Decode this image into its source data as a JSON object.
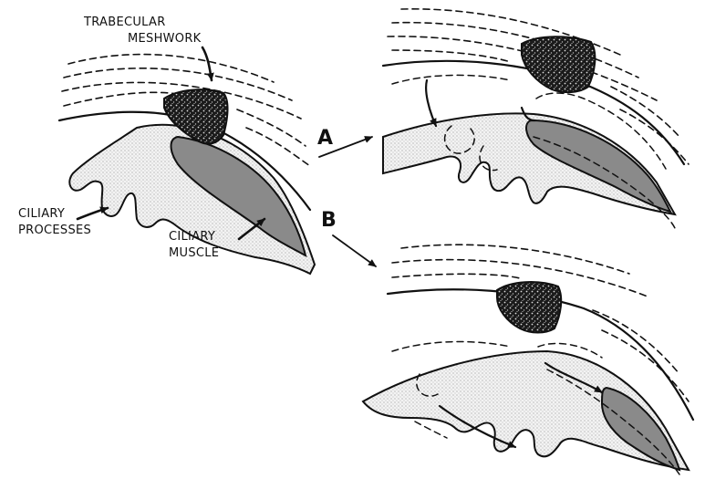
{
  "labels": {
    "trabecular_1": "TRABECULAR",
    "trabecular_2": "MESHWORK",
    "ciliary_processes_1": "CILIARY",
    "ciliary_processes_2": "PROCESSES",
    "ciliary_muscle_1": "CILIARY",
    "ciliary_muscle_2": "MUSCLE",
    "panel_a": "A",
    "panel_b": "B"
  },
  "colors": {
    "ink": "#111111",
    "muscle": "#8a8a8a",
    "tissue": "#f2f2f2",
    "background": "#ffffff"
  }
}
